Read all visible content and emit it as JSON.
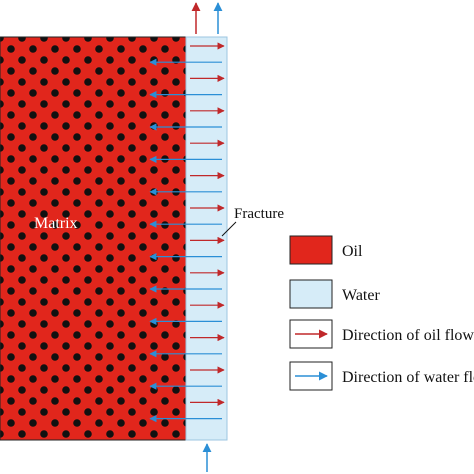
{
  "labels": {
    "matrix": "Matrix",
    "fracture": "Fracture"
  },
  "legend": [
    {
      "key": "oil",
      "label": "Oil",
      "kind": "swatch"
    },
    {
      "key": "water",
      "label": "Water",
      "kind": "swatch"
    },
    {
      "key": "oil_dir",
      "label": "Direction of oil flow",
      "kind": "arrow"
    },
    {
      "key": "water_dir",
      "label": "Direction of water flow",
      "kind": "arrow"
    }
  ],
  "colors": {
    "oil": "#e1261c",
    "water": "#d6ecf8",
    "pore": "#111111",
    "oil_arrow": "#c0282a",
    "water_arrow": "#2b8fd6",
    "border": "#222222"
  }
}
